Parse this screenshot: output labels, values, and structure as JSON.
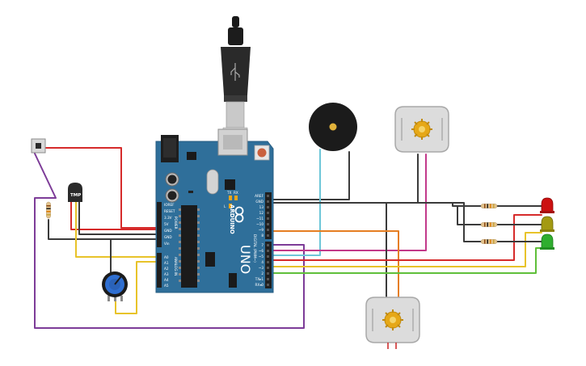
{
  "board": {
    "brand": "ARDUINO",
    "model": "UNO",
    "power_header": [
      "IOREF",
      "RESET",
      "3.3V",
      "5V",
      "GND",
      "GND",
      "Vin"
    ],
    "power_label": "POWER",
    "analog_header": [
      "A0",
      "A1",
      "A2",
      "A3",
      "A4",
      "A5"
    ],
    "analog_label": "ANALOG IN",
    "digital_top": [
      "AREF",
      "GND",
      "13",
      "12",
      "~11",
      "~10",
      "~9",
      "8"
    ],
    "digital_bottom": [
      "7",
      "~6",
      "~5",
      "4",
      "~3",
      "2",
      "TX▸1",
      "RX◂0"
    ],
    "digital_label": "DIGITAL (PWM~)",
    "tx_label": "TX",
    "rx_label": "RX",
    "l_label": "L"
  },
  "sensor": {
    "label": "TMP"
  },
  "colors": {
    "board": "#2f6f9a",
    "red_wire": "#d62b2b",
    "black_wire": "#3b3b3b",
    "purple_wire": "#7d3c98",
    "yellow_wire": "#e8c32a",
    "orange_wire": "#e67e22",
    "magenta_wire": "#c2398a",
    "cyan_wire": "#6ec6d8",
    "green_wire": "#5fbf3a",
    "led_red": "#cc1111",
    "led_yellow": "#a39a12",
    "led_green": "#2fae2f"
  },
  "components": [
    {
      "name": "pushbutton-icon"
    },
    {
      "name": "resistor-icon"
    },
    {
      "name": "temperature-sensor-icon"
    },
    {
      "name": "potentiometer-icon"
    },
    {
      "name": "usb-plug-icon"
    },
    {
      "name": "piezo-buzzer-icon"
    },
    {
      "name": "dc-motor-icon"
    },
    {
      "name": "dc-motor-icon"
    },
    {
      "name": "led-icon"
    },
    {
      "name": "led-icon"
    },
    {
      "name": "led-icon"
    }
  ]
}
